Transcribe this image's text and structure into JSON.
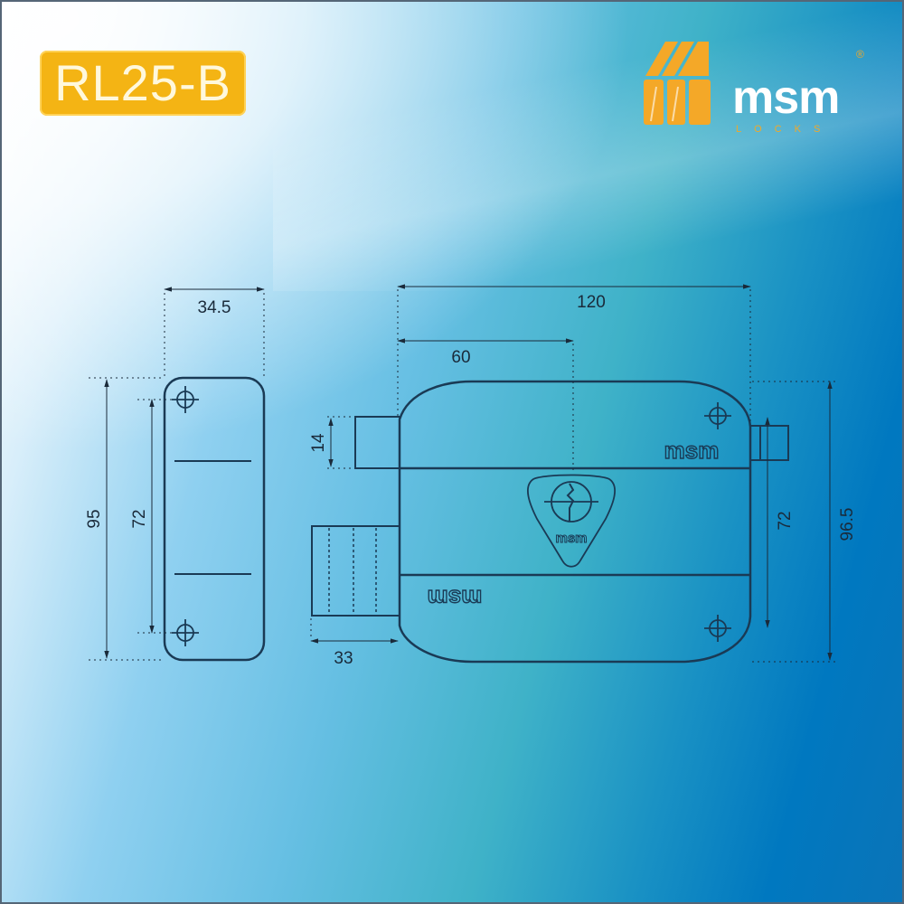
{
  "header": {
    "model_code": "RL25-B",
    "brand_name": "msm",
    "brand_subtitle": "LOCKS",
    "registered_mark": "®"
  },
  "colors": {
    "badge_bg": "#f4b414",
    "badge_text": "#fff8dc",
    "logo_orange": "#f0a82a",
    "logo_text": "#ffffff",
    "line": "#1a3a55",
    "bg_light": "#ffffff",
    "bg_dark": "#0078c0"
  },
  "strike_plate": {
    "width_label": "34.5",
    "height_label": "95",
    "hole_spacing_label": "72"
  },
  "lock_body": {
    "total_width_label": "120",
    "backset_label": "60",
    "latch_height_label": "14",
    "bolt_projection_label": "33",
    "hole_spacing_label": "72",
    "total_height_label": "96.5",
    "upper_mark": "msm",
    "lower_mark": "msm",
    "cylinder_mark": "msm"
  }
}
